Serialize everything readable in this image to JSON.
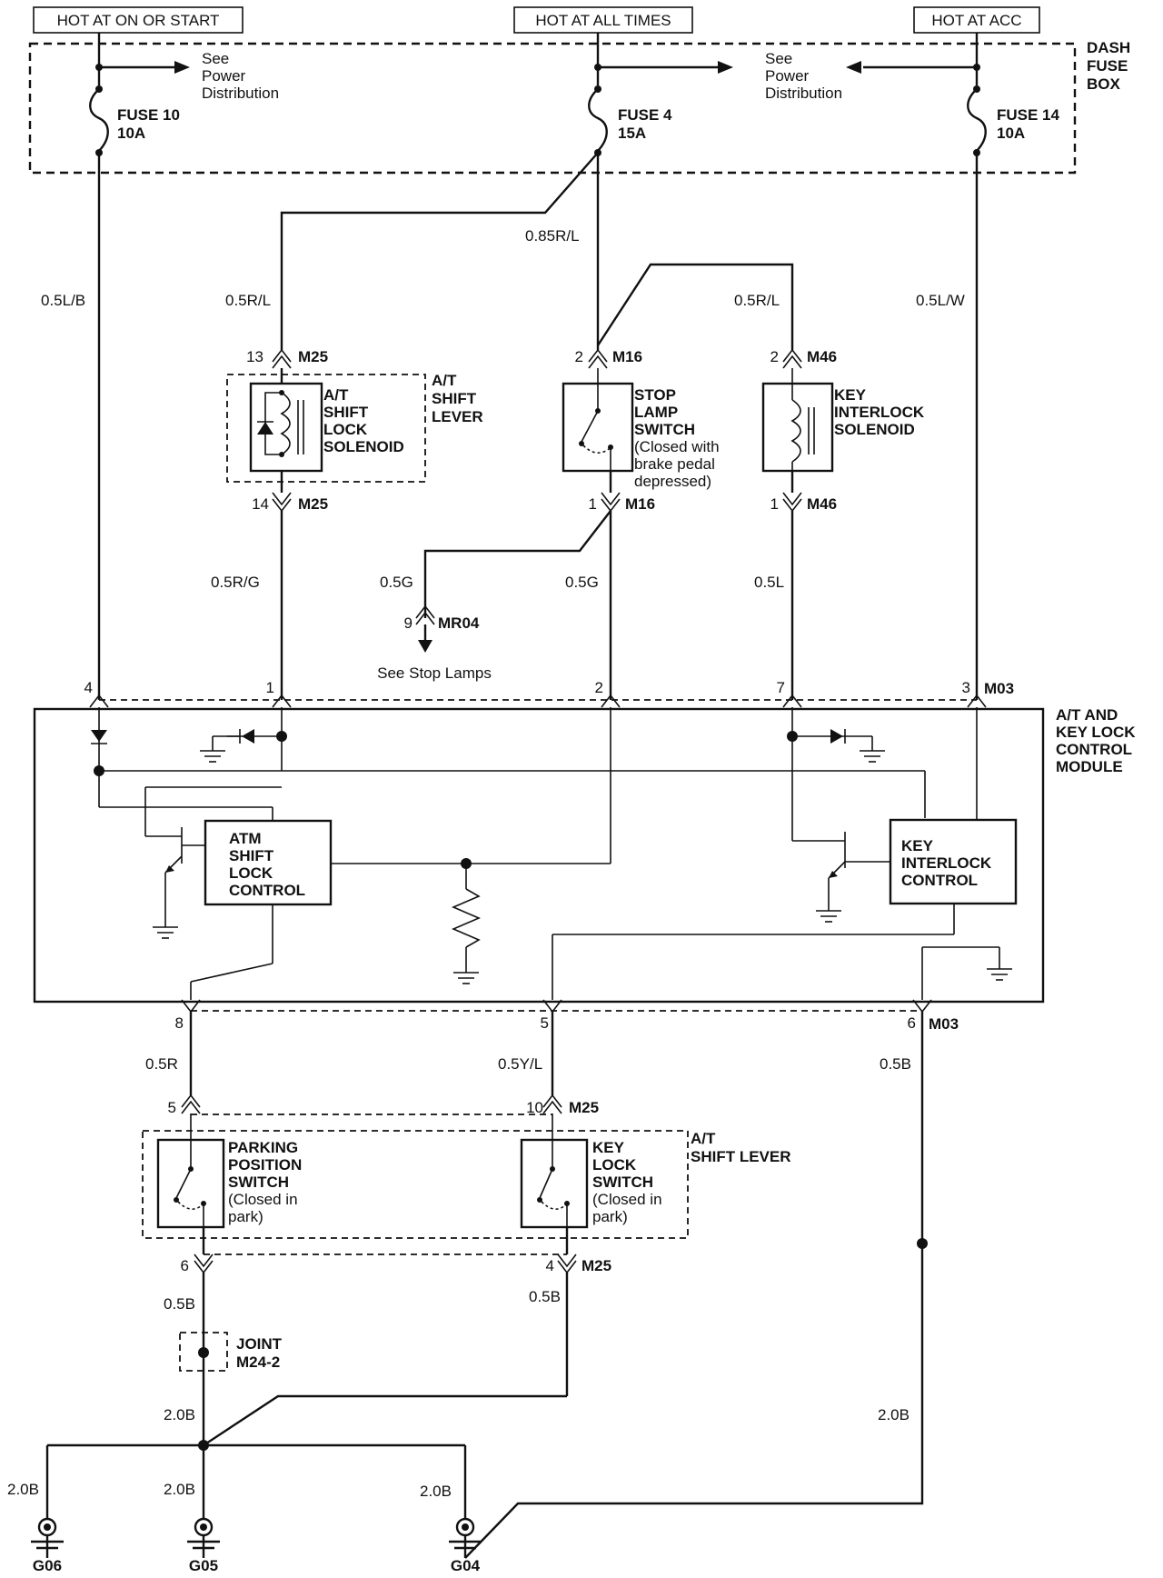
{
  "headers": {
    "hot_on_start": "HOT AT ON OR START",
    "hot_all_times": "HOT AT ALL TIMES",
    "hot_acc": "HOT AT ACC"
  },
  "fuse_box": {
    "l1": "DASH",
    "l2": "FUSE",
    "l3": "BOX"
  },
  "see_power_distribution": [
    "See",
    "Power",
    "Distribution"
  ],
  "fuses": [
    {
      "name": "FUSE 10",
      "rating": "10A"
    },
    {
      "name": "FUSE 4",
      "rating": "15A"
    },
    {
      "name": "FUSE 14",
      "rating": "10A"
    }
  ],
  "wires": {
    "w_05lb": "0.5L/B",
    "w_085rl": "0.85R/L",
    "w_05rl_a": "0.5R/L",
    "w_05rl_b": "0.5R/L",
    "w_05lw": "0.5L/W",
    "w_05rg": "0.5R/G",
    "w_05g_a": "0.5G",
    "w_05g_b": "0.5G",
    "w_05l": "0.5L",
    "w_05r": "0.5R",
    "w_05yl": "0.5Y/L",
    "w_05b_a": "0.5B",
    "w_05b_b": "0.5B",
    "w_05b_c": "0.5B",
    "w_20b_a": "2.0B",
    "w_20b_b": "2.0B",
    "w_20b_c": "2.0B",
    "w_20b_d": "2.0B",
    "w_20b_e": "2.0B"
  },
  "connectors": {
    "m25": "M25",
    "m16": "M16",
    "m46": "M46",
    "mr04": "MR04",
    "m03": "M03"
  },
  "pins": {
    "p13": "13",
    "p14": "14",
    "p2a": "2",
    "p1a": "1",
    "p2b": "2",
    "p1b": "1",
    "p9": "9",
    "m03_4": "4",
    "m03_1": "1",
    "m03_2": "2",
    "m03_7": "7",
    "m03_3": "3",
    "m03_8": "8",
    "m03_5": "5",
    "m03_6": "6",
    "m25_5": "5",
    "m25_10": "10",
    "m25_6": "6",
    "m25_4": "4"
  },
  "components": {
    "shift_lock_solenoid": [
      "A/T",
      "SHIFT",
      "LOCK",
      "SOLENOID"
    ],
    "at_shift_lever_top": [
      "A/T",
      "SHIFT",
      "LEVER"
    ],
    "stop_lamp_switch": [
      "STOP",
      "LAMP",
      "SWITCH"
    ],
    "stop_lamp_note": [
      "(Closed with",
      "brake pedal",
      "depressed)"
    ],
    "key_interlock_solenoid": [
      "KEY",
      "INTERLOCK",
      "SOLENOID"
    ],
    "see_stop_lamps": "See Stop Lamps",
    "module": [
      "A/T AND",
      "KEY LOCK",
      "CONTROL",
      "MODULE"
    ],
    "atm_control": [
      "ATM",
      "SHIFT",
      "LOCK",
      "CONTROL"
    ],
    "key_interlock_control": [
      "KEY",
      "INTERLOCK",
      "CONTROL"
    ],
    "parking_switch": [
      "PARKING",
      "POSITION",
      "SWITCH"
    ],
    "parking_note": [
      "(Closed in",
      "park)"
    ],
    "key_lock_switch": [
      "KEY",
      "LOCK",
      "SWITCH"
    ],
    "key_lock_note": [
      "(Closed in",
      "park)"
    ],
    "at_shift_lever_bottom": [
      "A/T",
      "SHIFT LEVER"
    ],
    "joint": [
      "JOINT",
      "M24-2"
    ]
  },
  "grounds": {
    "g06": "G06",
    "g05": "G05",
    "g04": "G04"
  }
}
